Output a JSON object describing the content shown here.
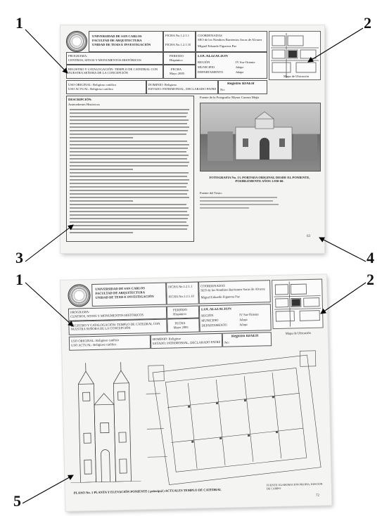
{
  "callouts": [
    "1",
    "2",
    "3",
    "4",
    "1",
    "2",
    "5"
  ],
  "sheet": {
    "university": "UNIVERSIDAD DE SAN CARLOS",
    "faculty": "FACULTAD DE ARQUITECTURA",
    "unit": "UNIDAD DE TESIS E INVESTIGACIÓN",
    "ficha_no": "FICHA No.1.2.1.1",
    "ficha_no_2": "FICHA No.1.2.1.10",
    "coordinates_label": "COORDENADAS",
    "coordinates_text": "SEO de los Nombres Barrientos Sacas de Alvarez",
    "geo_label": "Miguel Eduardo Figueroa Paz",
    "program_label": "PROGRAMA:",
    "program_text": "CENTROS, SITIOS Y MONUMENTOS HISTÓRICOS",
    "project_text": "REGISTRO Y CATALOGACIÓN: TEMPLO DE CATEDRAL CON NUESTRA SEÑORA DE LA CONCEPCIÓN",
    "period_label": "PERIODO",
    "period_value": "Hispánico",
    "date_label": "FECHA",
    "date_value": "Mayo 2005",
    "location_label": "LOCALIZACIÓN",
    "region_label": "REGIÓN",
    "region_value": "IV Sur-Oriente",
    "municipio_label": "MUNICIPIO",
    "municipio_value": "Jalapa",
    "depto_label": "DEPARTAMENTO",
    "depto_value": "Jalapa",
    "original_use": "USO ORIGINAL: Religioso católico",
    "current_use": "USO ACTUAL: Religioso católico",
    "tenure_text": "DOMINIO: Religioso",
    "heritage_text": "ESTADO: PATRIMONIAL, DECLARADO PATRIMONIO CULTURAL: SI",
    "registry_label": "Registro IDAEH",
    "registry_no": "No:",
    "map_label": "Mapa de Ubicación",
    "description_label": "DESCRIPCIÓN:",
    "history_label": "Antecedentes Históricos",
    "photo_source": "Fuente de la Fotografía: Mynor Carrera Mejía",
    "photo_caption": "FOTOGRAFIA No. 13. PORTADA ORIGINAL DESDE EL PONIENTE, POSIBLEMENTE AÑOS 1.950-60.",
    "text_source": "Fuente del Texto:",
    "page_1": "63",
    "plan_caption": "PLANO No. 1 PLANTA Y ELEVACIÓN PONIENTE ( principal ) ACTUALES TEMPLO DE CATEDRAL",
    "plan_source": "FUENTE: ELABORACIÓN PROPIA, EDICIÓN DE CAMPO",
    "page_2": "72"
  }
}
